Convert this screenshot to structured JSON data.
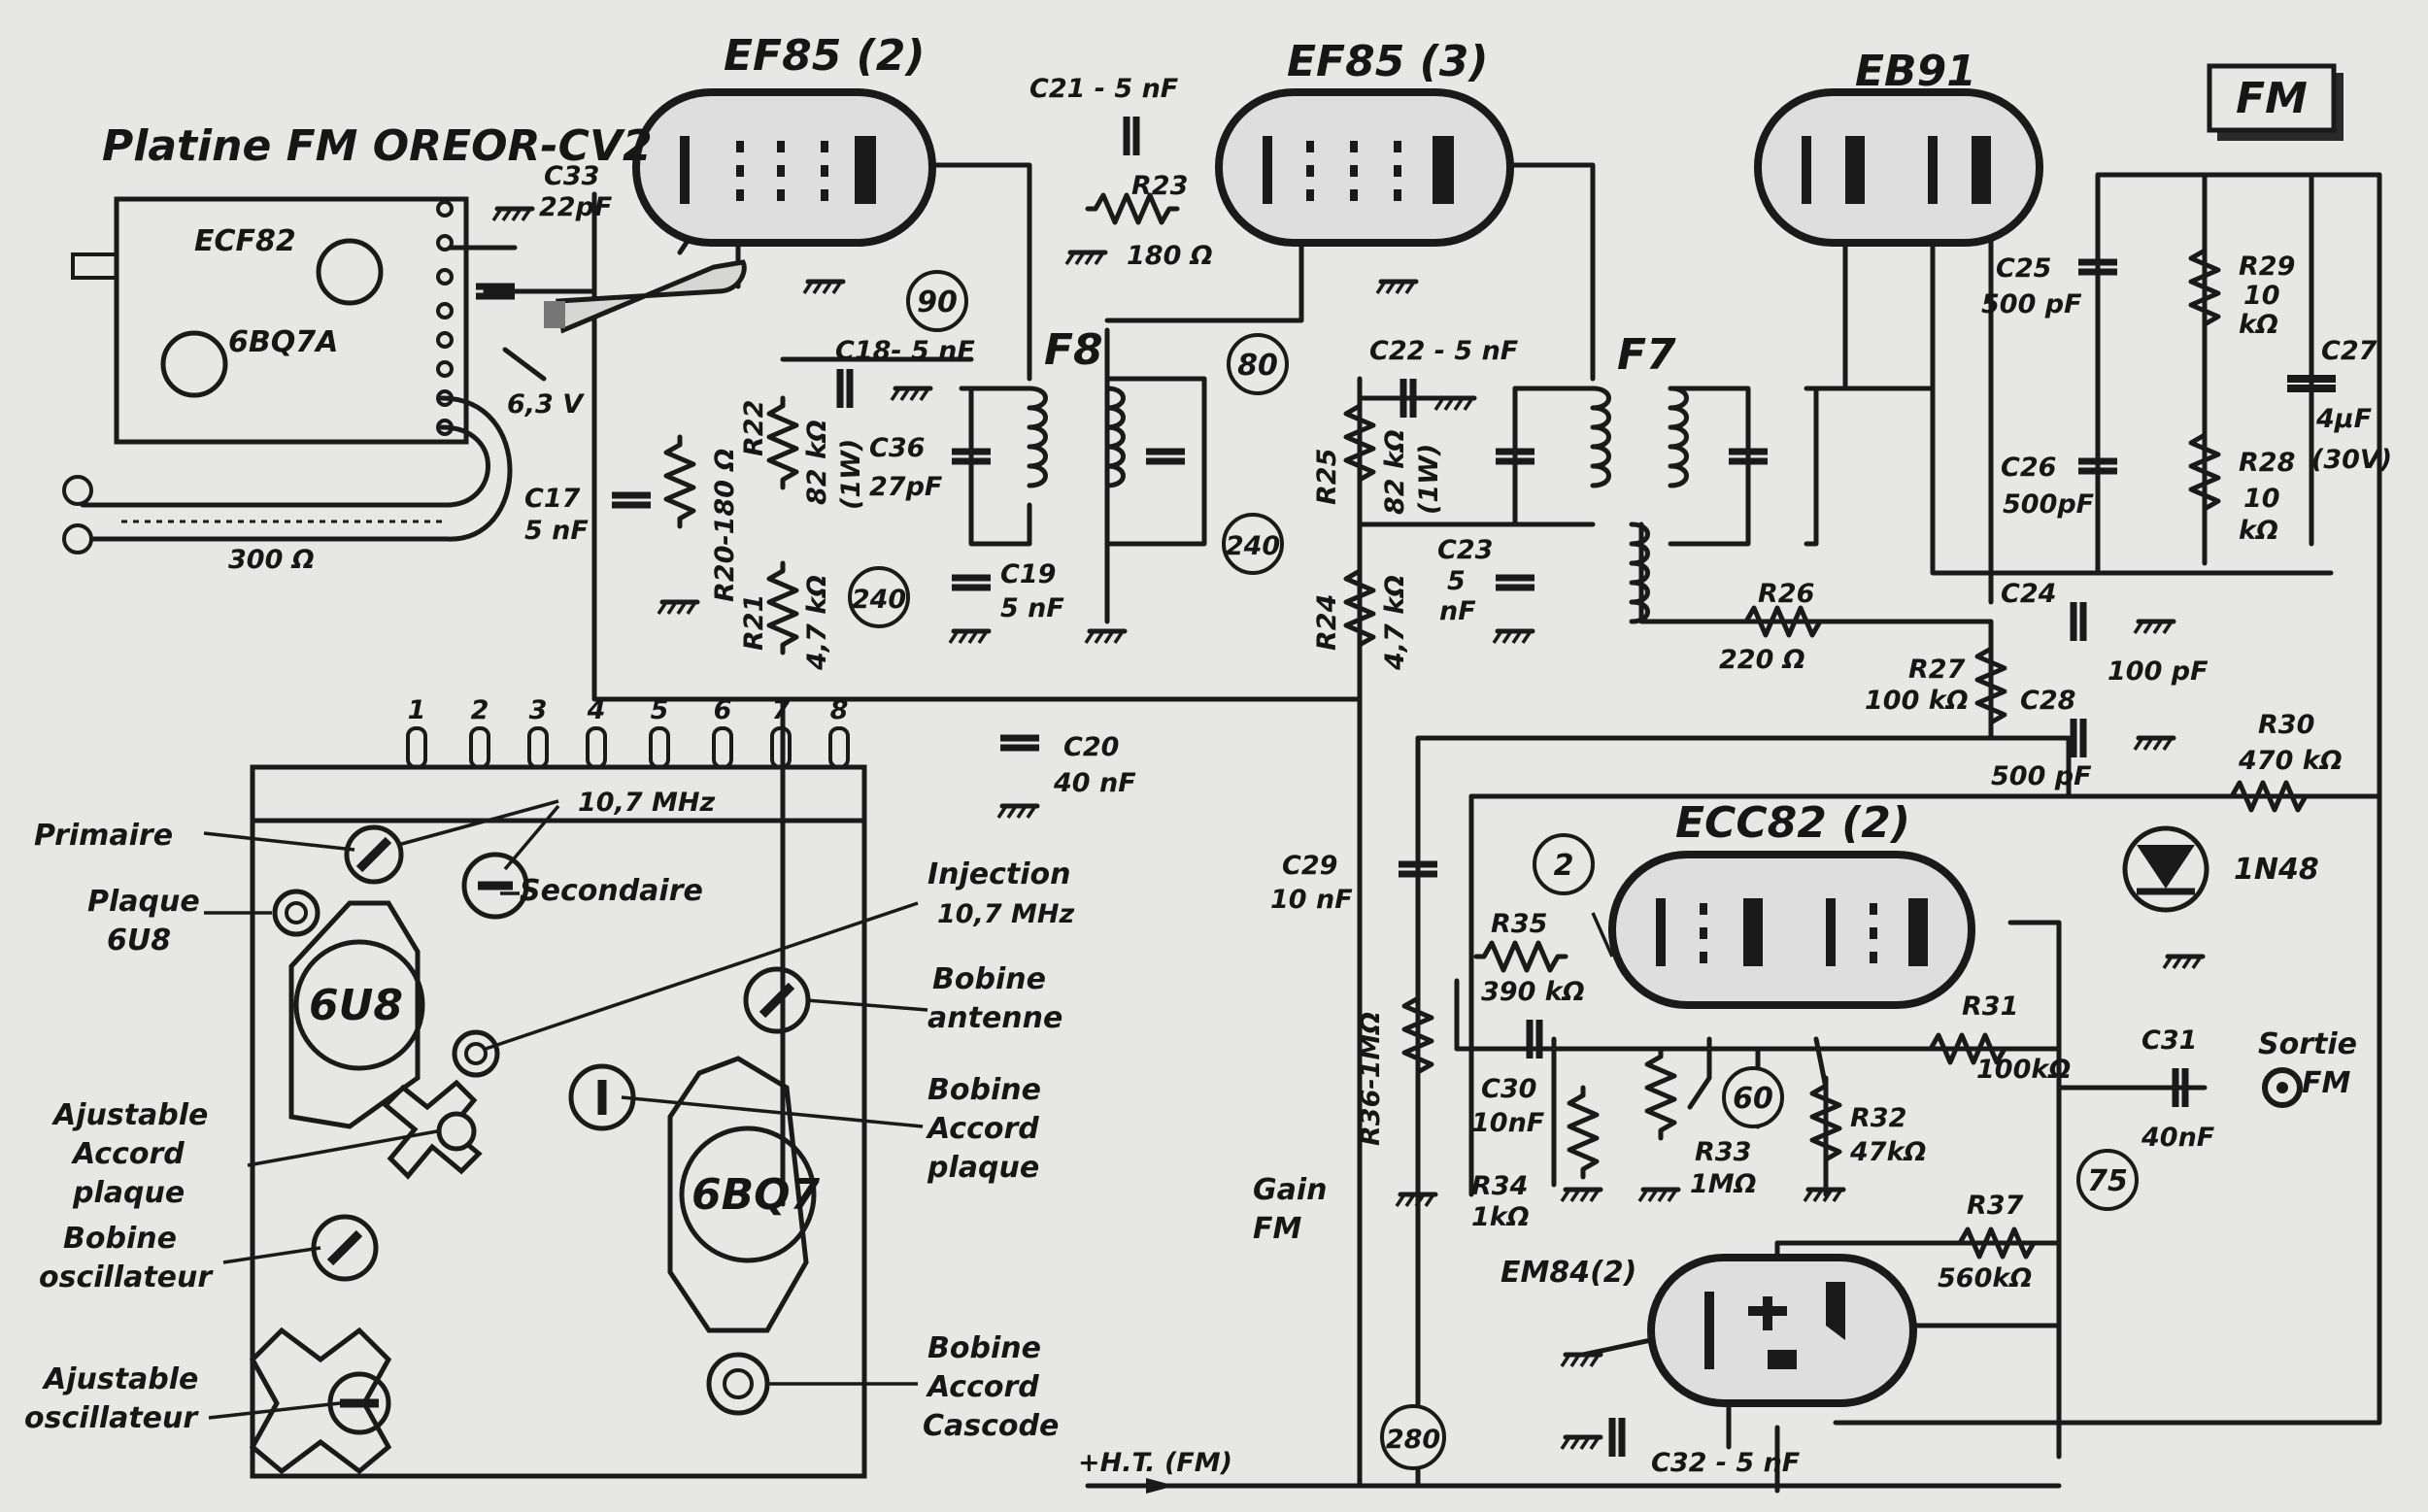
{
  "badge": "FM",
  "tubes": {
    "ef85_2": "EF85 (2)",
    "ef85_3": "EF85 (3)",
    "eb91": "EB91",
    "ecc82": "ECC82 (2)",
    "em84": "EM84(2)",
    "ecf82": "ECF82",
    "q6bq7a": "6BQ7A",
    "q6u8": "6U8",
    "q6bq7": "6BQ7"
  },
  "platine": "Platine FM OREOR-CV2",
  "transformers": {
    "f8": "F8",
    "f7": "F7"
  },
  "capacitors": {
    "c33": [
      "C33",
      "22pF"
    ],
    "c17": [
      "C17",
      "5 nF"
    ],
    "c18": "C18- 5 nF",
    "c36": [
      "C36",
      "27pF"
    ],
    "c19": [
      "C19",
      "5 nF"
    ],
    "c21": "C21 - 5 nF",
    "c22": "C22 - 5 nF",
    "c23": [
      "C23",
      "5",
      "nF"
    ],
    "c20": [
      "C20",
      "40 nF"
    ],
    "c25": [
      "C25",
      "500 pF"
    ],
    "c26": [
      "C26",
      "500pF"
    ],
    "c27": [
      "C27",
      "4µF",
      "(30V)"
    ],
    "c24": [
      "C24",
      "100 pF"
    ],
    "c28": [
      "C28",
      "500 pF"
    ],
    "c29": [
      "C29",
      "10 nF"
    ],
    "c30": [
      "C30",
      "10nF"
    ],
    "c31": [
      "C31",
      "40nF"
    ],
    "c32": "C32 - 5 nF"
  },
  "resistors": {
    "r23": [
      "R23",
      "180 Ω"
    ],
    "r20": "R20-180 Ω",
    "r22": [
      "R22",
      "82 kΩ",
      "(1W)"
    ],
    "r21": [
      "R21",
      "4,7 kΩ"
    ],
    "r25": [
      "R25",
      "82 kΩ",
      "(1W)"
    ],
    "r24": [
      "R24",
      "4,7 kΩ"
    ],
    "r29": [
      "R29",
      "10",
      "kΩ"
    ],
    "r28": [
      "R28",
      "10",
      "kΩ"
    ],
    "r26": [
      "R26",
      "220 Ω"
    ],
    "r27": [
      "R27",
      "100 kΩ"
    ],
    "r30": [
      "R30",
      "470 kΩ"
    ],
    "r35": [
      "R35",
      "390 kΩ"
    ],
    "r36": "R36-1MΩ",
    "r34": [
      "R34",
      "1kΩ"
    ],
    "r33": [
      "R33",
      "1MΩ"
    ],
    "r31": [
      "R31",
      "100kΩ"
    ],
    "r32": [
      "R32",
      "47kΩ"
    ],
    "r37": [
      "R37",
      "560kΩ"
    ]
  },
  "diode": "1N48",
  "voltages": {
    "v90": "90",
    "v240a": "240",
    "v80": "80",
    "v240b": "240",
    "v2": "2",
    "v60": "60",
    "v75": "75",
    "v280": "280"
  },
  "labels": {
    "v63": "6,3 V",
    "ohm300": "300 Ω",
    "mhz107": "10,7 MHz",
    "primaire": "Primaire",
    "secondaire": "Secondaire",
    "plaque6u8": [
      "Plaque",
      "6U8"
    ],
    "injection": [
      "Injection",
      "10,7 MHz"
    ],
    "bobine_antenne": [
      "Bobine",
      "antenne"
    ],
    "ajustable_accord": [
      "Ajustable",
      "Accord",
      "plaque"
    ],
    "bobine_accord_plaque": [
      "Bobine",
      "Accord",
      "plaque"
    ],
    "bobine_osc": [
      "Bobine",
      "oscillateur"
    ],
    "ajustable_osc": [
      "Ajustable",
      "oscillateur"
    ],
    "bobine_cascode": [
      "Bobine",
      "Accord",
      "Cascode"
    ],
    "gain": [
      "Gain",
      "FM"
    ],
    "sortie": [
      "Sortie",
      "FM"
    ],
    "ht": "+H.T. (FM)"
  },
  "pins": [
    "1",
    "2",
    "3",
    "4",
    "5",
    "6",
    "7",
    "8"
  ]
}
